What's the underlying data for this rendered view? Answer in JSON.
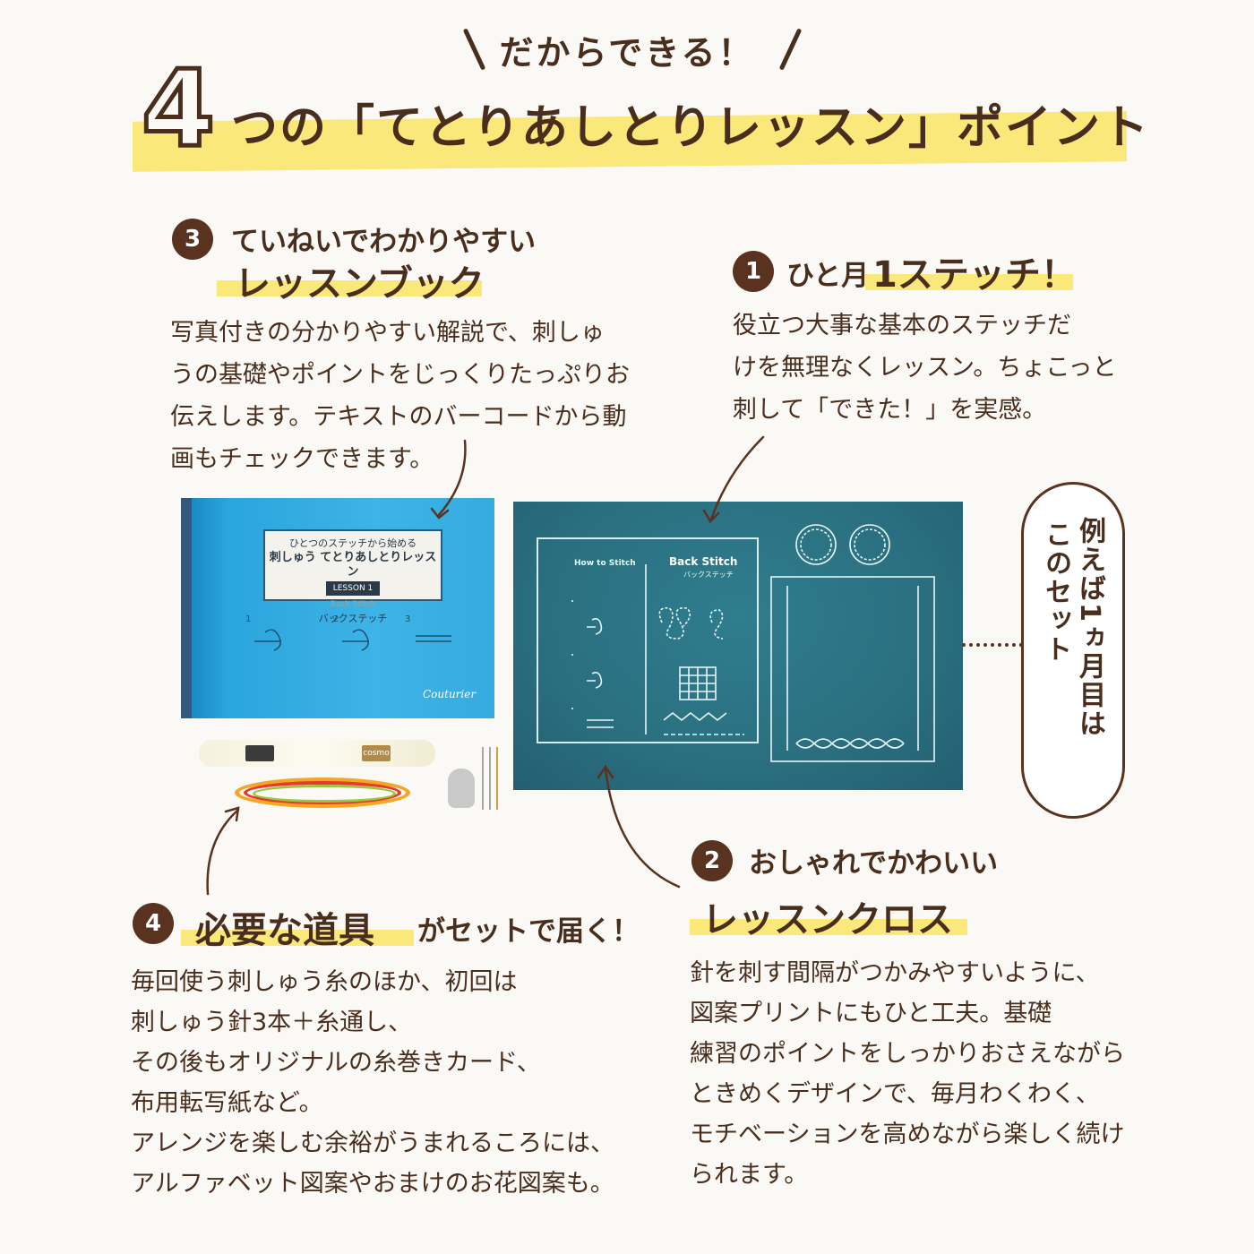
{
  "header": {
    "kicker": "だからできる！",
    "number": "4",
    "title": "つの「てとりあしとりレッスン」ポイント"
  },
  "points": {
    "p3": {
      "badge": "3",
      "subtitle": "ていねいでわかりやすい",
      "title": "レッスンブック",
      "lines": [
        "写真付きの分かりやすい解説で、刺しゅ",
        "うの基礎やポイントをじっくりたっぷりお",
        "伝えします。テキストのバーコードから動",
        "画もチェックできます。"
      ]
    },
    "p1": {
      "badge": "1",
      "subtitle": "ひと月",
      "title": "1ステッチ！",
      "lines": [
        "役立つ大事な基本のステッチだ",
        "けを無理なくレッスン。ちょこっと",
        "刺して「できた！」を実感。"
      ]
    },
    "p2": {
      "badge": "2",
      "subtitle": "おしゃれでかわいい",
      "title": "レッスンクロス",
      "lines": [
        "針を刺す間隔がつかみやすいように、",
        "図案プリントにもひと工夫。基礎",
        "練習のポイントをしっかりおさえながら",
        "ときめくデザインで、毎月わくわく、",
        "モチベーションを高めながら楽しく続け",
        "られます。"
      ]
    },
    "p4": {
      "badge": "4",
      "title": "必要な道具",
      "suffix": "がセットで届く！",
      "lines": [
        "毎回使う刺しゅう糸のほか、初回は",
        "刺しゅう針3本＋糸通し、",
        "その後もオリジナルの糸巻きカード、",
        "布用転写紙など。",
        "アレンジを楽しむ余裕がうまれるころには、",
        "アルファベット図案やおまけのお花図案も。"
      ]
    }
  },
  "callout": {
    "col1": "例えば1ヵ月目は",
    "col2": "このセット"
  },
  "photo": {
    "book_line1": "ひとつのステッチから始める",
    "book_line2": "刺しゅう てとりあしとりレッスン",
    "book_lesson": "LESSON 1",
    "book_stitch_en": "Back Stitch",
    "book_stitch_jp": "バックステッチ",
    "book_brand": "Couturier",
    "cloth_how": "How to Stitch",
    "cloth_stitch_en": "Back Stitch",
    "cloth_stitch_jp": "バックステッチ",
    "thread_brand": "cosmo"
  },
  "colors": {
    "brown": "#4a2e1d",
    "highlight": "#fbe87a",
    "background": "#fbf9f5",
    "book_blue": "#2aa5dd",
    "cloth_teal": "#2a6f80"
  }
}
